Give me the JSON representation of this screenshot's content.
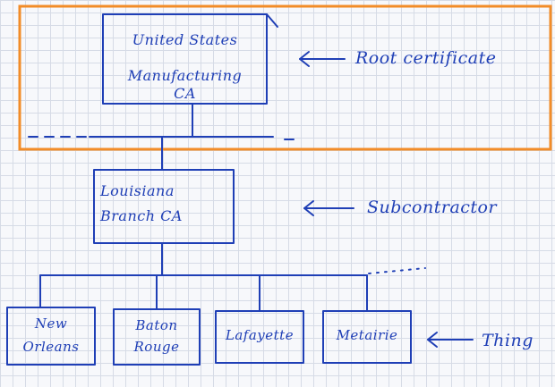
{
  "diagram": {
    "root": {
      "line1": "United States",
      "line2": "Manufacturing",
      "line3": "CA",
      "annotation": "Root certificate",
      "highlight_color": "#f28c28"
    },
    "branch": {
      "line1": "Louisiana",
      "line2": "Branch CA",
      "annotation": "Subcontractor"
    },
    "leaves": [
      {
        "line1": "New",
        "line2": "Orleans"
      },
      {
        "line1": "Baton",
        "line2": "Rouge"
      },
      {
        "line1": "Lafayette",
        "line2": ""
      },
      {
        "line1": "Metairie",
        "line2": ""
      }
    ],
    "leaves_annotation": "Thing",
    "ink_color": "#1f3fb6",
    "grid_paper": true
  }
}
